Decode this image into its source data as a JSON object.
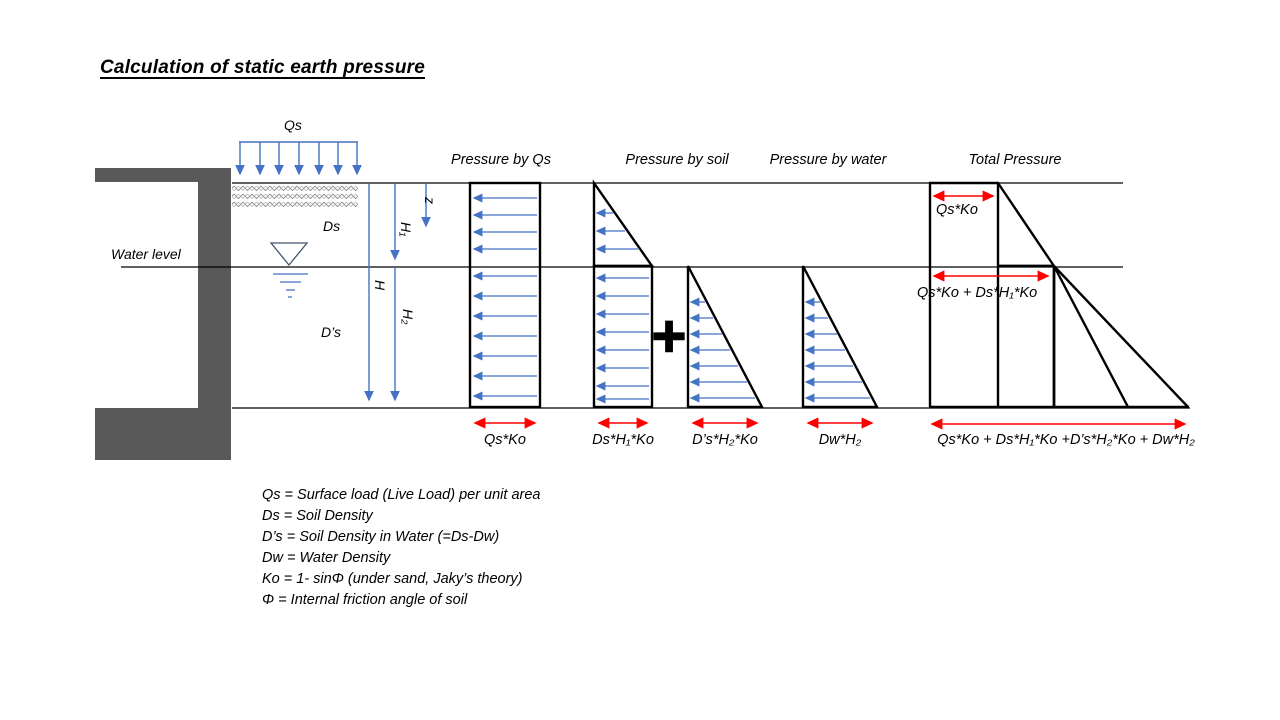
{
  "page": {
    "title": "Calculation of static earth pressure"
  },
  "field_labels": {
    "surface_load": "Qs",
    "water_level": "Water level",
    "soil_density": "Ds",
    "submerged_density": "D’s",
    "depth_z": "z",
    "height_h": "H",
    "height_h1": "H₁",
    "height_h2": "H₂",
    "plus_sign": "+"
  },
  "diagrams": {
    "qs": {
      "title": "Pressure by Qs",
      "base_width_label": "Qs*Ko"
    },
    "soil": {
      "title": "Pressure by soil",
      "upper_width_label": "Ds*H₁*Ko",
      "lower_width_label": "D’s*H₂*Ko"
    },
    "water": {
      "title": "Pressure by water",
      "base_width_label": "Dw*H₂"
    },
    "total": {
      "title": "Total Pressure",
      "surcharge_width_label": "Qs*Ko",
      "water_level_width_label": "Qs*Ko + Ds*H₁*Ko",
      "base_width_label": "Qs*Ko + Ds*H₁*Ko +D’s*H₂*Ko + Dw*H₂"
    }
  },
  "legend": [
    "Qs = Surface load (Live Load) per unit area",
    "Ds = Soil Density",
    "D’s = Soil Density in Water (=Ds-Dw)",
    "Dw = Water Density",
    "Ko = 1- sinΦ (under sand,  Jaky’s theory)",
    "Φ = Internal friction angle of soil"
  ],
  "colors": {
    "wall_gray": "#595959",
    "arrow_blue": "#4472C4",
    "water_symbol_blue": "#44546A",
    "dimension_red": "#FF0000",
    "line_black": "#000000"
  }
}
